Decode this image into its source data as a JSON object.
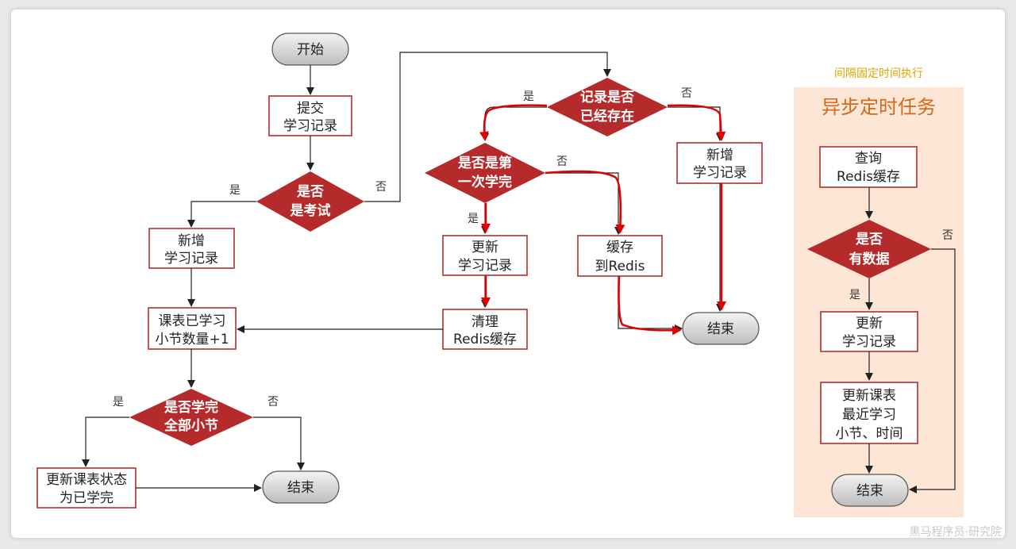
{
  "left": {
    "start": "开始",
    "submit": [
      "提交",
      "学习记录"
    ],
    "is_exam": [
      "是否",
      "是考试"
    ],
    "new_record": [
      "新增",
      "学习记录"
    ],
    "lesson_count": [
      "课表已学习",
      "小节数量+1"
    ],
    "all_done": [
      "是否学完",
      "全部小节"
    ],
    "update_status": [
      "更新课表状态",
      "为已学完"
    ],
    "end": "结束"
  },
  "middle": {
    "record_exists": [
      "记录是否",
      "已经存在"
    ],
    "first_done": [
      "是否是第",
      "一次学完"
    ],
    "update_record": [
      "更新",
      "学习记录"
    ],
    "clear_cache": [
      "清理",
      "Redis缓存"
    ],
    "cache_redis": [
      "缓存",
      "到Redis"
    ],
    "new_record": [
      "新增",
      "学习记录"
    ],
    "end": "结束"
  },
  "async_task": {
    "caption": "间隔固定时间执行",
    "title": "异步定时任务",
    "query": [
      "查询",
      "Redis缓存"
    ],
    "has_data": [
      "是否",
      "有数据"
    ],
    "update_record": [
      "更新",
      "学习记录"
    ],
    "update_lesson": [
      "更新课表",
      "最近学习",
      "小节、时间"
    ],
    "end": "结束"
  },
  "labels": {
    "yes": "是",
    "no": "否"
  },
  "watermark": "黑马程序员·研究院",
  "colors": {
    "accent": "#b52a2a",
    "highlight": "#e00000",
    "panel_bg": "#fde6d6",
    "panel_title": "#d06a1a",
    "caption": "#e0a400"
  }
}
